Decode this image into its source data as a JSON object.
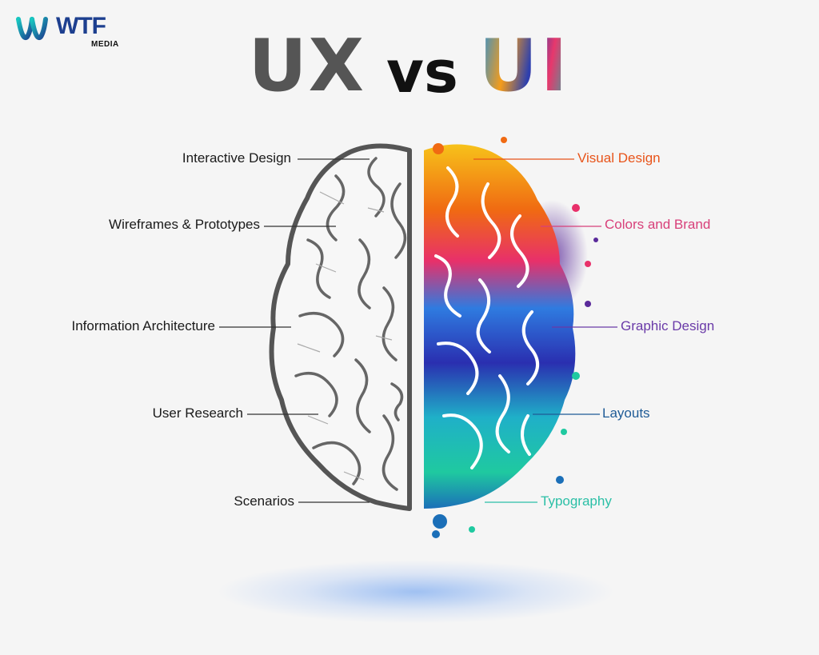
{
  "brand": {
    "name": "WTF",
    "sub": "MEDIA"
  },
  "title": {
    "left": "UX",
    "middle": "vs",
    "right": "UI"
  },
  "ux_labels": [
    "Interactive Design",
    "Wireframes & Prototypes",
    "Information Architecture",
    "User Research",
    "Scenarios"
  ],
  "ui_labels": [
    {
      "text": "Visual Design",
      "color": "#e8541a"
    },
    {
      "text": "Colors and Brand",
      "color": "#d8407a"
    },
    {
      "text": "Graphic Design",
      "color": "#6a3aa8"
    },
    {
      "text": "Layouts",
      "color": "#1f5b96"
    },
    {
      "text": "Typography",
      "color": "#2bbfa6"
    }
  ],
  "colors": {
    "ux_text": "#1a1a1a",
    "brain_outline": "#555555",
    "logo_blue": "#1d3f8f"
  }
}
